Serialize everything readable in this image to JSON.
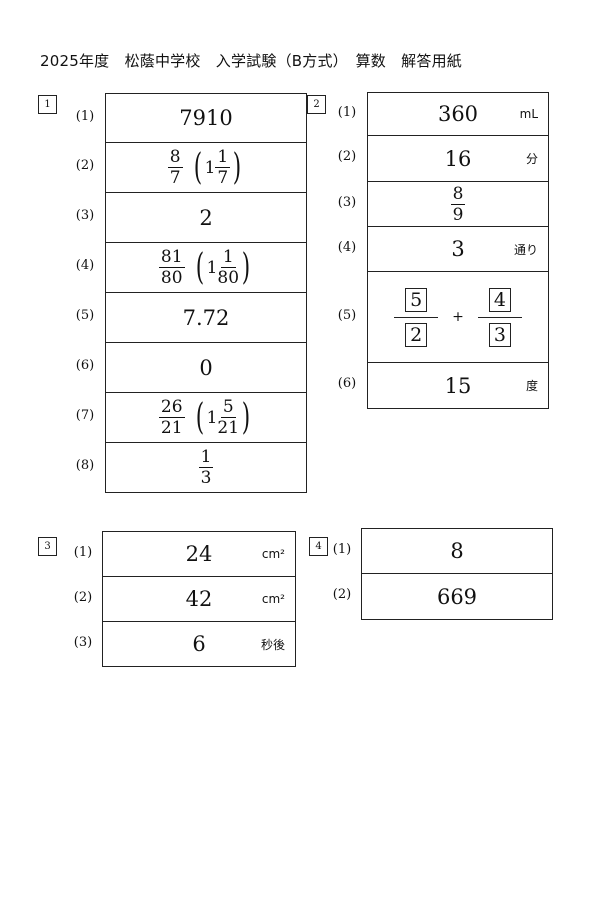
{
  "title": "2025年度　松蔭中学校　入学試験（B方式）　算数　解答用紙",
  "sections": [
    {
      "number": "1",
      "rows": [
        {
          "label": "(1)",
          "type": "text",
          "text": "7910"
        },
        {
          "label": "(2)",
          "type": "mixed",
          "num": "8",
          "den": "7",
          "whole": "1",
          "mnum": "1",
          "mden": "7"
        },
        {
          "label": "(3)",
          "type": "text",
          "text": "2"
        },
        {
          "label": "(4)",
          "type": "mixed",
          "num": "81",
          "den": "80",
          "whole": "1",
          "mnum": "1",
          "mden": "80"
        },
        {
          "label": "(5)",
          "type": "text",
          "text": "7.72"
        },
        {
          "label": "(6)",
          "type": "text",
          "text": "0"
        },
        {
          "label": "(7)",
          "type": "mixed",
          "num": "26",
          "den": "21",
          "whole": "1",
          "mnum": "5",
          "mden": "21"
        },
        {
          "label": "(8)",
          "type": "frac",
          "num": "1",
          "den": "3"
        }
      ]
    },
    {
      "number": "2",
      "rows": [
        {
          "label": "(1)",
          "type": "text",
          "text": "360",
          "unit": "mL"
        },
        {
          "label": "(2)",
          "type": "text",
          "text": "16",
          "unit": "分"
        },
        {
          "label": "(3)",
          "type": "frac",
          "num": "8",
          "den": "9"
        },
        {
          "label": "(4)",
          "type": "text",
          "text": "3",
          "unit": "通り"
        },
        {
          "label": "(5)",
          "type": "sum",
          "a_num": "5",
          "a_den": "2",
          "op": "+",
          "b_num": "4",
          "b_den": "3"
        },
        {
          "label": "(6)",
          "type": "text",
          "text": "15",
          "unit": "度"
        }
      ]
    },
    {
      "number": "3",
      "rows": [
        {
          "label": "(1)",
          "type": "text",
          "text": "24",
          "unit": "cm²"
        },
        {
          "label": "(2)",
          "type": "text",
          "text": "42",
          "unit": "cm²"
        },
        {
          "label": "(3)",
          "type": "text",
          "text": "6",
          "unit": "秒後"
        }
      ]
    },
    {
      "number": "4",
      "rows": [
        {
          "label": "(1)",
          "type": "text",
          "text": "8"
        },
        {
          "label": "(2)",
          "type": "text",
          "text": "669"
        }
      ]
    }
  ]
}
